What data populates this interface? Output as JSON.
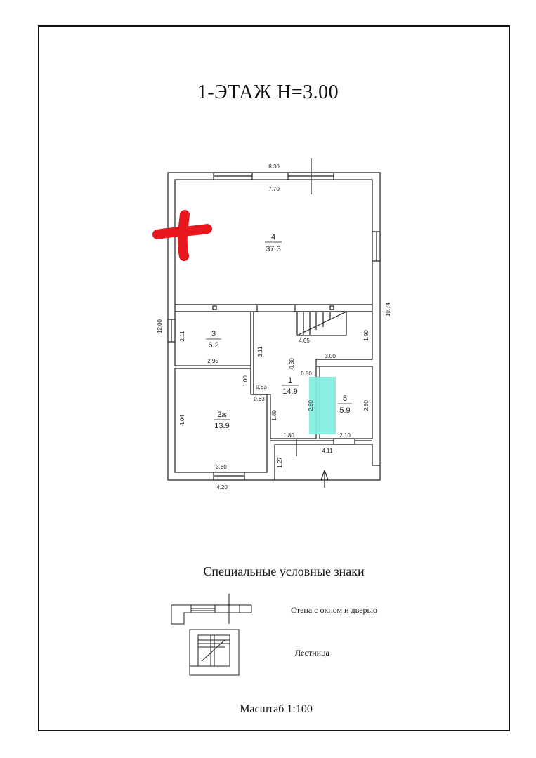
{
  "title": "1-ЭТАЖ  H=3.00",
  "dimensions": {
    "outer_top": "8.30",
    "inner_top": "7.70",
    "right_total": "10.74",
    "left_total": "12.00",
    "room3_height": "2.11",
    "room3_width": "2.95",
    "hall_wall": "3.11",
    "stair_width": "4.65",
    "stair_height": "1.90",
    "hall_width": "3.00",
    "gap_030": "0.30",
    "gap_080": "0.80",
    "gap_100": "1.00",
    "gap_063a": "0.63",
    "gap_063b": "0.63",
    "room2_height": "4.04",
    "room2_width": "3.60",
    "outer_bottom": "4.20",
    "hall_side": "1.89",
    "room5_left": "2.80",
    "room5_right": "2.80",
    "hall_bottom": "1.80",
    "room5_bottom": "2.10",
    "porch_width": "4.11",
    "porch_height": "1.27"
  },
  "rooms": [
    {
      "number": "4",
      "area": "37.3"
    },
    {
      "number": "3",
      "area": "6.2"
    },
    {
      "number": "2ж",
      "area": "13.9"
    },
    {
      "number": "1",
      "area": "14.9"
    },
    {
      "number": "5",
      "area": "5.9"
    }
  ],
  "legend": {
    "title": "Специальные условные знаки",
    "wall_label": "Стена с окном и дверью",
    "stair_label": "Лестница"
  },
  "scale": "Масштаб 1:100",
  "colors": {
    "marker_red": "#e8171d",
    "highlight_cyan": "#7eeedf",
    "line": "#222222"
  }
}
